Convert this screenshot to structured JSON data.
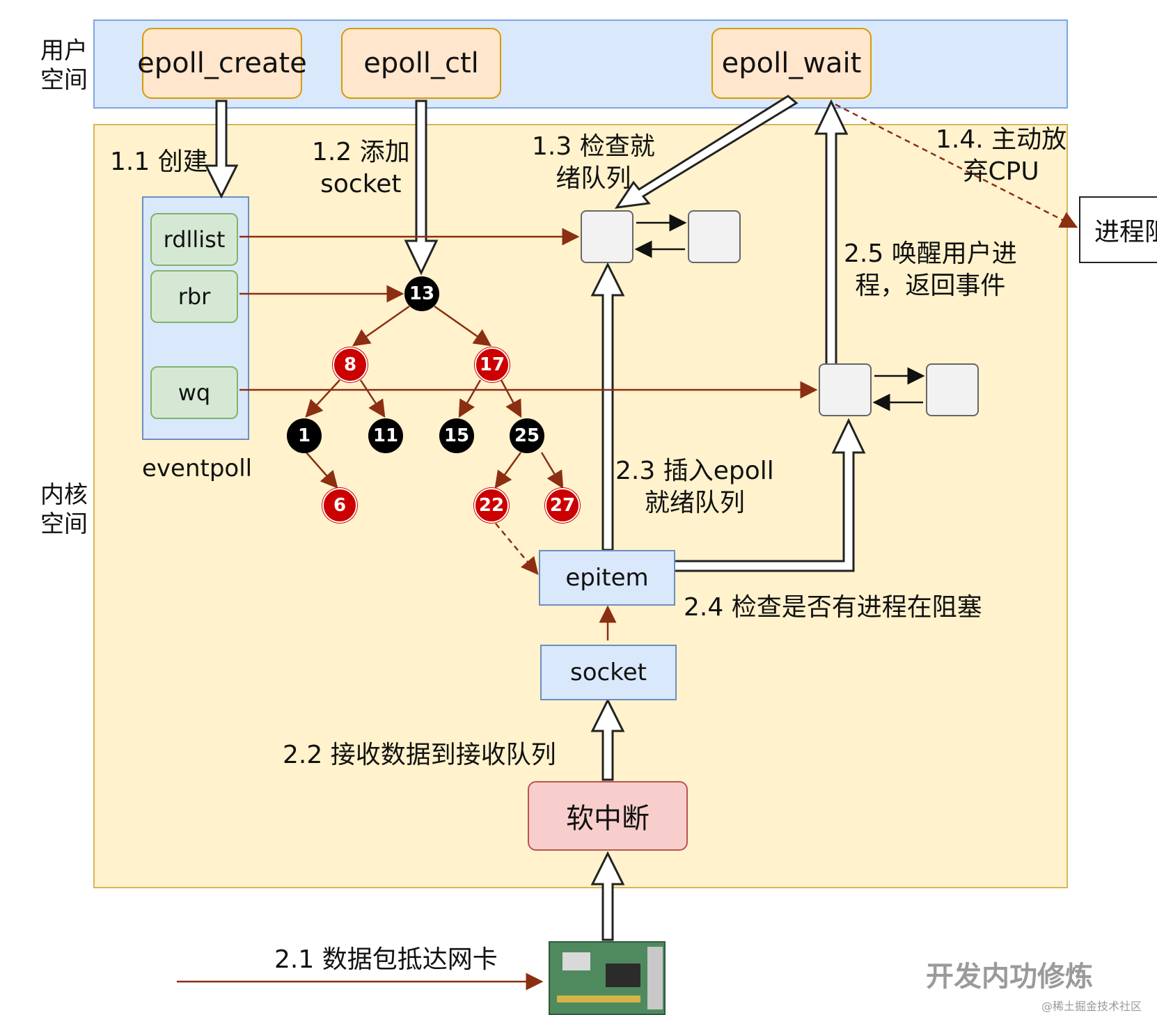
{
  "user_space_label": "用户\n空间",
  "kernel_space_label": "内核\n空间",
  "functions": {
    "epoll_create": "epoll_create",
    "epoll_ctl": "epoll_ctl",
    "epoll_wait": "epoll_wait"
  },
  "eventpoll": {
    "label": "eventpoll",
    "rdllist": "rdllist",
    "rbr": "rbr",
    "wq": "wq"
  },
  "rbtree": {
    "root": "13",
    "n8": "8",
    "n17": "17",
    "n1": "1",
    "n11": "11",
    "n15": "15",
    "n25": "25",
    "n6": "6",
    "n22": "22",
    "n27": "27"
  },
  "epitem": "epitem",
  "socket": "socket",
  "softirq": "软中断",
  "process_box": "进程阻",
  "steps": {
    "s11": "1.1 创建",
    "s12": "1.2 添加\nsocket",
    "s13": "1.3 检查就\n绪队列",
    "s14": "1.4. 主动放\n弃CPU",
    "s21": "2.1 数据包抵达网卡",
    "s22": "2.2 接收数据到接收队列",
    "s23": "2.3 插入epoll\n就绪队列",
    "s24": "2.4 检查是否有进程在阻塞",
    "s25": "2.5 唤醒用户进\n程，返回事件"
  },
  "watermark": "开发内功修炼",
  "watermark_sub": "@稀土掘金技术社区",
  "colors": {
    "user_space": "#dae8fc",
    "kernel_space": "#fff2cc",
    "fn_box": "#ffe6cc",
    "green": "#d5e8d4",
    "red_node": "#cc0000",
    "arrow": "#8b2e12"
  }
}
